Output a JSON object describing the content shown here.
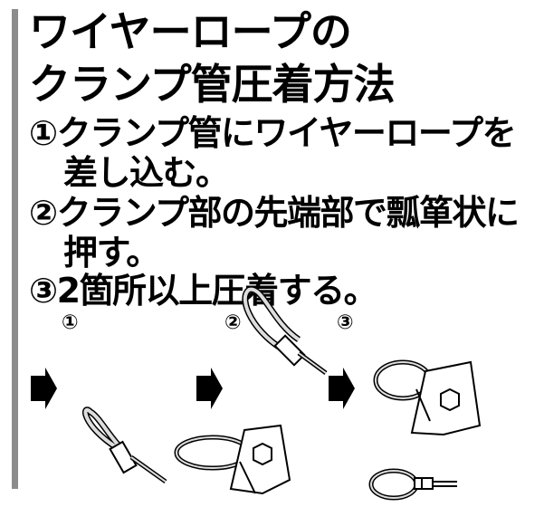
{
  "title": {
    "line1": "ワイヤーロープの",
    "line2": "クランプ管圧着方法"
  },
  "steps": [
    {
      "line1": "①クランプ管にワイヤーロープを",
      "line2": "差し込む。"
    },
    {
      "line1": "②クランプ部の先端部で瓢箪状に",
      "line2": "押す。"
    },
    {
      "line1": "③2箇所以上圧着する。"
    }
  ],
  "figure_labels": [
    "①",
    "②",
    "③"
  ]
}
